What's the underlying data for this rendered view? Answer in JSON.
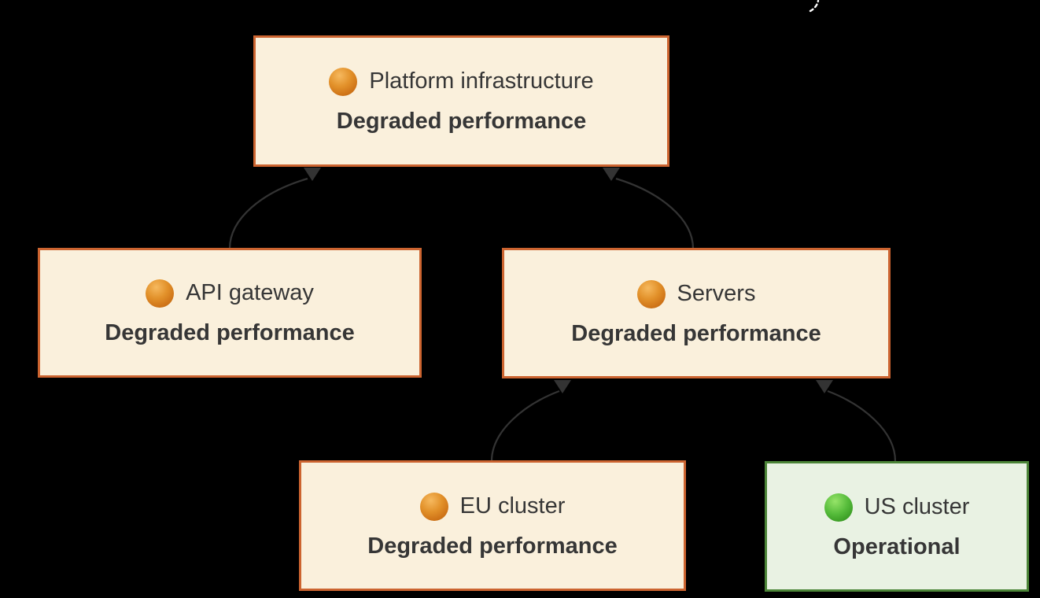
{
  "diagram": {
    "type": "dependency-status-flowchart",
    "background": "#000000",
    "nodes": [
      {
        "id": "platform-infrastructure",
        "name": "Platform infrastructure",
        "status": "Degraded performance",
        "state": "degraded",
        "dot_icon": "orange-circle"
      },
      {
        "id": "api-gateway",
        "name": "API gateway",
        "status": "Degraded performance",
        "state": "degraded",
        "dot_icon": "orange-circle"
      },
      {
        "id": "servers",
        "name": "Servers",
        "status": "Degraded performance",
        "state": "degraded",
        "dot_icon": "orange-circle"
      },
      {
        "id": "eu-cluster",
        "name": "EU cluster",
        "status": "Degraded performance",
        "state": "degraded",
        "dot_icon": "orange-circle"
      },
      {
        "id": "us-cluster",
        "name": "US cluster",
        "status": "Operational",
        "state": "operational",
        "dot_icon": "green-circle"
      }
    ],
    "edges": [
      {
        "from": "api-gateway",
        "to": "platform-infrastructure",
        "arrow_at": "to"
      },
      {
        "from": "servers",
        "to": "platform-infrastructure",
        "arrow_at": "to"
      },
      {
        "from": "eu-cluster",
        "to": "servers",
        "arrow_at": "to"
      },
      {
        "from": "us-cluster",
        "to": "servers",
        "arrow_at": "to"
      }
    ],
    "colors": {
      "background": "#000000",
      "degraded_fill": "#faf0dc",
      "degraded_border": "#cc6430",
      "degraded_dot": "#e2912a",
      "operational_fill": "#e9f2e3",
      "operational_border": "#4c8538",
      "operational_dot": "#55bb3a",
      "text": "#363636",
      "edge_line": "#333333"
    }
  }
}
